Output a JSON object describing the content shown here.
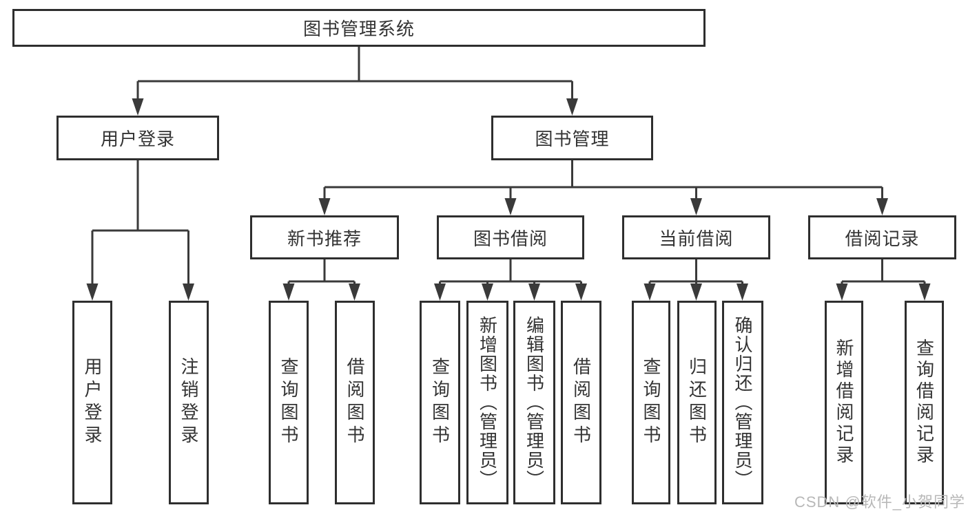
{
  "diagram_title": "图书管理系统",
  "nodes": {
    "root": {
      "label": "图书管理系统"
    },
    "user_login": {
      "label": "用户登录"
    },
    "book_management": {
      "label": "图书管理"
    },
    "new_book_recommend": {
      "label": "新书推荐",
      "parent": "图书管理"
    },
    "book_borrow": {
      "label": "图书借阅",
      "parent": "图书管理"
    },
    "current_borrow": {
      "label": "当前借阅",
      "parent": "图书管理"
    },
    "borrow_records": {
      "label": "借阅记录",
      "parent": "图书管理"
    },
    "leaves": [
      {
        "label": "用户登录",
        "parent": "用户登录"
      },
      {
        "label": "注销登录",
        "parent": "用户登录"
      },
      {
        "label": "查询图书",
        "parent": "新书推荐"
      },
      {
        "label": "借阅图书",
        "parent": "新书推荐"
      },
      {
        "label": "查询图书",
        "parent": "图书借阅"
      },
      {
        "label": "新增图书（管理员）",
        "parent": "图书借阅"
      },
      {
        "label": "编辑图书（管理员）",
        "parent": "图书借阅"
      },
      {
        "label": "借阅图书",
        "parent": "图书借阅"
      },
      {
        "label": "查询图书",
        "parent": "当前借阅"
      },
      {
        "label": "归还图书",
        "parent": "当前借阅"
      },
      {
        "label": "确认归还（管理员）",
        "parent": "当前借阅"
      },
      {
        "label": "新增借阅记录",
        "parent": "借阅记录"
      },
      {
        "label": "查询借阅记录",
        "parent": "借阅记录"
      }
    ]
  },
  "watermark": "CSDN @软件_小贺同学",
  "colors": {
    "line": "#3a3a3a",
    "box_border": "#2e2e2e",
    "text": "#333333",
    "background": "#ffffff",
    "watermark": "#b8b8b8"
  }
}
